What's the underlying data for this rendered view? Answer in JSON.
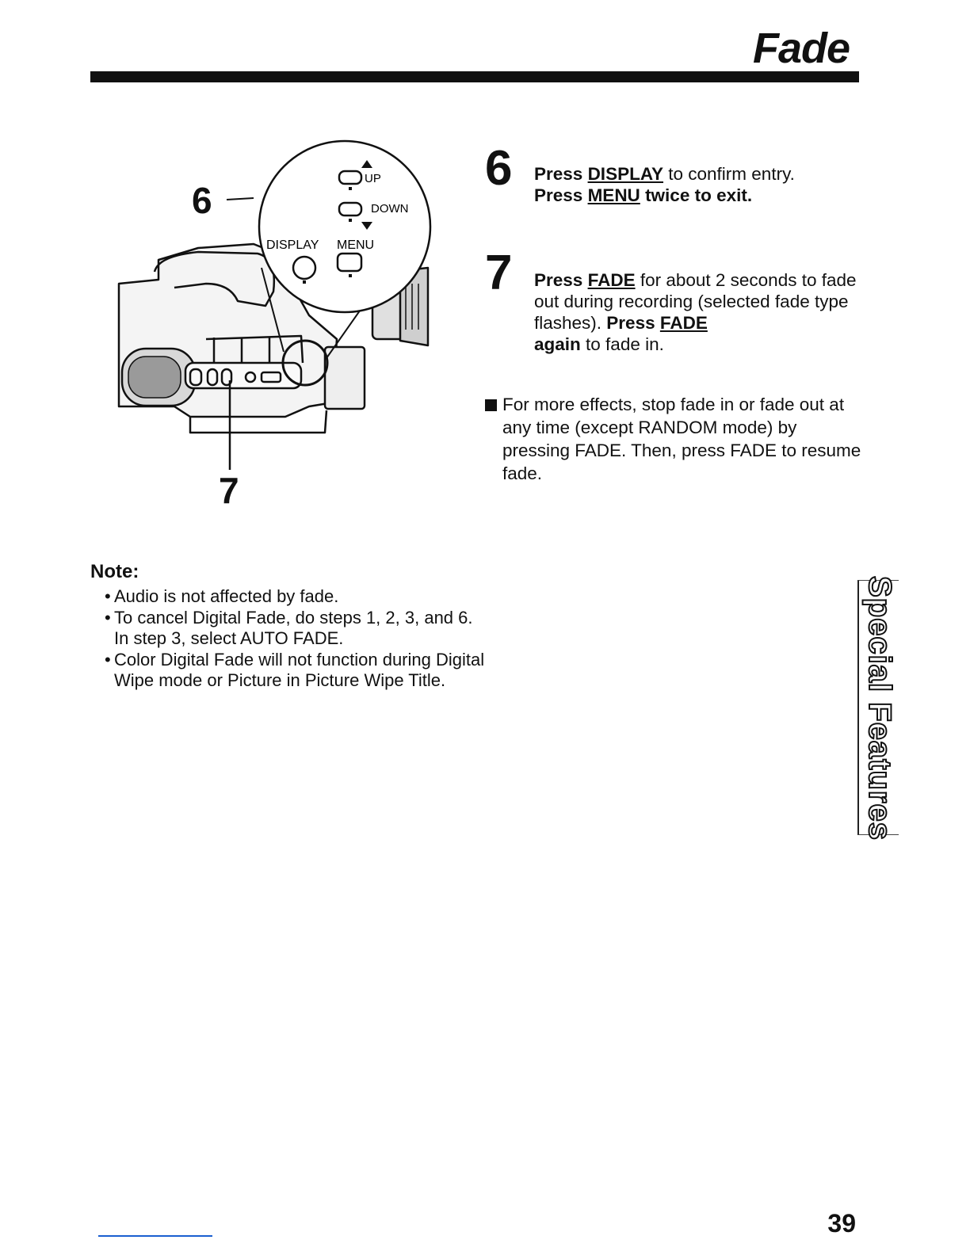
{
  "header": {
    "title": "Fade"
  },
  "figure": {
    "callout_6": "6",
    "callout_7": "7",
    "labels": {
      "up": "UP",
      "down": "DOWN",
      "display": "DISPLAY",
      "menu": "MENU"
    }
  },
  "steps": [
    {
      "number": "6",
      "press_1": "Press ",
      "button_1": "DISPLAY",
      "text_1": " to confirm entry.",
      "press_2": "Press ",
      "button_2": "MENU",
      "text_2": " twice to exit."
    },
    {
      "number": "7",
      "press_1": "Press ",
      "button_1": "FADE",
      "text_1": " for about 2 seconds to fade out during recording (selected fade type flashes). ",
      "press_2": "Press ",
      "button_2": "FADE",
      "again": "again",
      "text_2": " to fade in."
    }
  ],
  "bullet": {
    "text": "For more effects, stop fade in or fade out at any time (except RANDOM mode) by pressing FADE. Then, press FADE to resume fade."
  },
  "note": {
    "heading": "Note:",
    "items": [
      "Audio is not affected by fade.",
      "To cancel Digital Fade, do steps 1, 2, 3, and 6. In step 3, select AUTO FADE.",
      "Color Digital Fade will not function during Digital Wipe mode or Picture in Picture Wipe Title."
    ]
  },
  "side_tab": {
    "label": "Special Features"
  },
  "page_number": "39",
  "colors": {
    "text": "#111111",
    "footer_line": "#1a5fd0"
  }
}
